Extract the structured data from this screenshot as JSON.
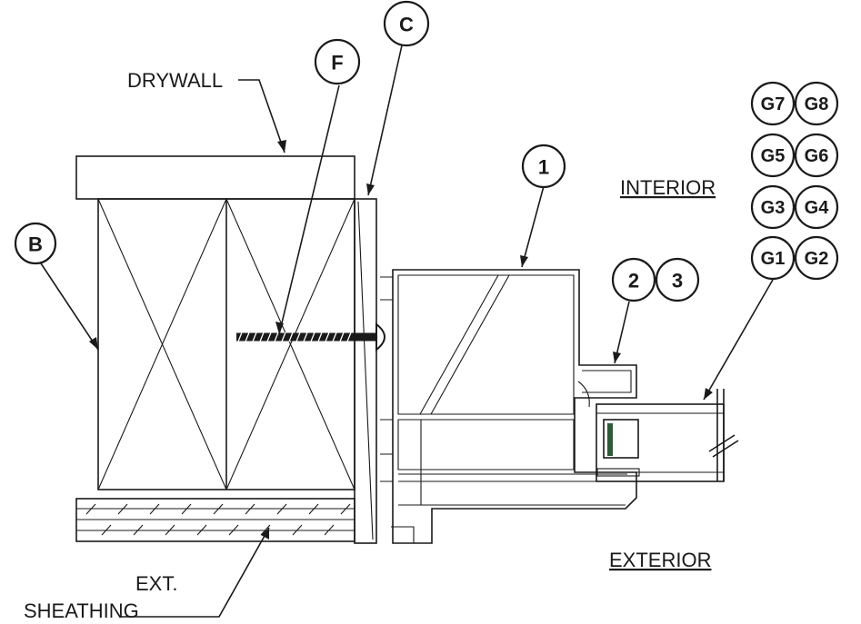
{
  "labels": {
    "drywall": "DRYWALL",
    "interior": "INTERIOR",
    "exterior": "EXTERIOR",
    "ext_sheathing_line1": "EXT.",
    "ext_sheathing_line2": "SHEATHING"
  },
  "callouts": {
    "b": "B",
    "f": "F",
    "c": "C",
    "one": "1",
    "two": "2",
    "three": "3",
    "g1": "G1",
    "g2": "G2",
    "g3": "G3",
    "g4": "G4",
    "g5": "G5",
    "g6": "G6",
    "g7": "G7",
    "g8": "G8"
  }
}
